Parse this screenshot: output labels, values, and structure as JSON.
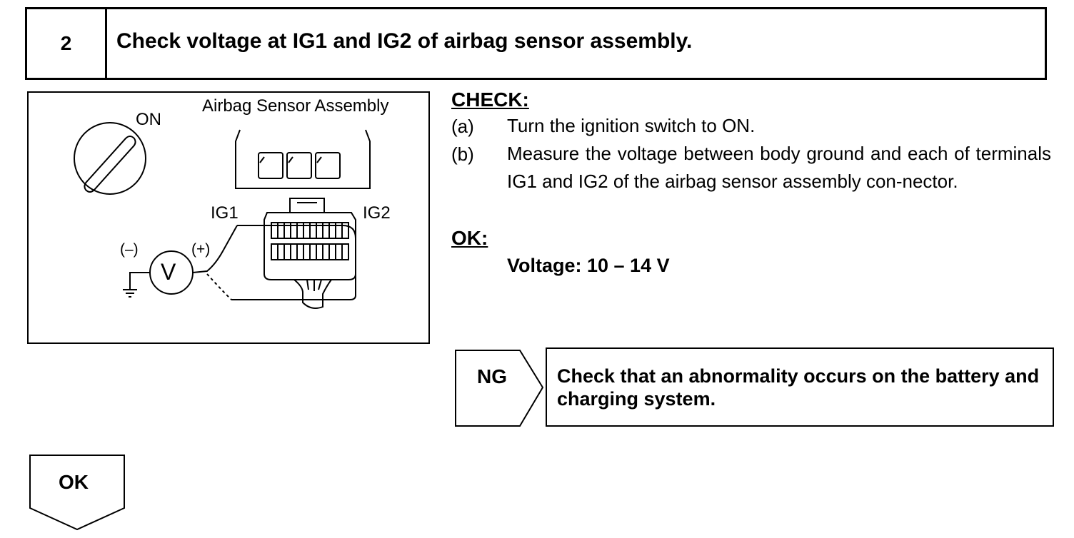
{
  "step": {
    "number": "2",
    "title": "Check voltage at IG1 and IG2 of airbag sensor assembly."
  },
  "illustration": {
    "ignition_label": "ON",
    "assembly_label": "Airbag Sensor Assembly",
    "terminal_ig1": "IG1",
    "terminal_ig2": "IG2",
    "negative_probe": "(–)",
    "positive_probe": "(+)",
    "voltmeter_symbol": "V"
  },
  "check": {
    "heading": "CHECK:",
    "steps": [
      {
        "letter": "(a)",
        "text": "Turn the ignition switch to ON."
      },
      {
        "letter": "(b)",
        "text": "Measure the voltage between body ground and each of terminals IG1 and IG2 of the airbag sensor assembly con-nector."
      }
    ]
  },
  "ok_spec": {
    "heading": "OK:",
    "value": "Voltage: 10 – 14 V"
  },
  "ng": {
    "label": "NG",
    "action": "Check that an abnormality occurs on the battery and charging system."
  },
  "ok_branch": {
    "label": "OK"
  }
}
